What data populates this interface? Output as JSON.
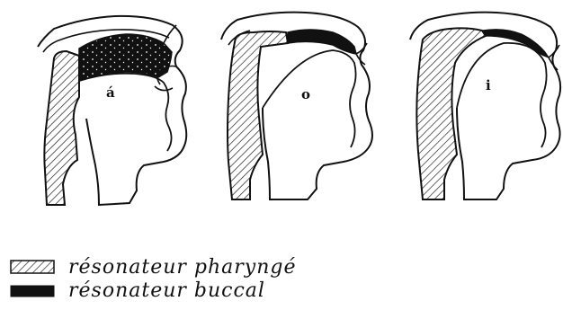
{
  "figure": {
    "vowel_labels": [
      "á",
      "o",
      "i"
    ],
    "legend": [
      {
        "label": "résonateur pharyngé",
        "fill": "hatched"
      },
      {
        "label": "résonateur buccal",
        "fill": "solid"
      }
    ]
  },
  "colors": {
    "ink": "#111111",
    "background": "#ffffff"
  }
}
